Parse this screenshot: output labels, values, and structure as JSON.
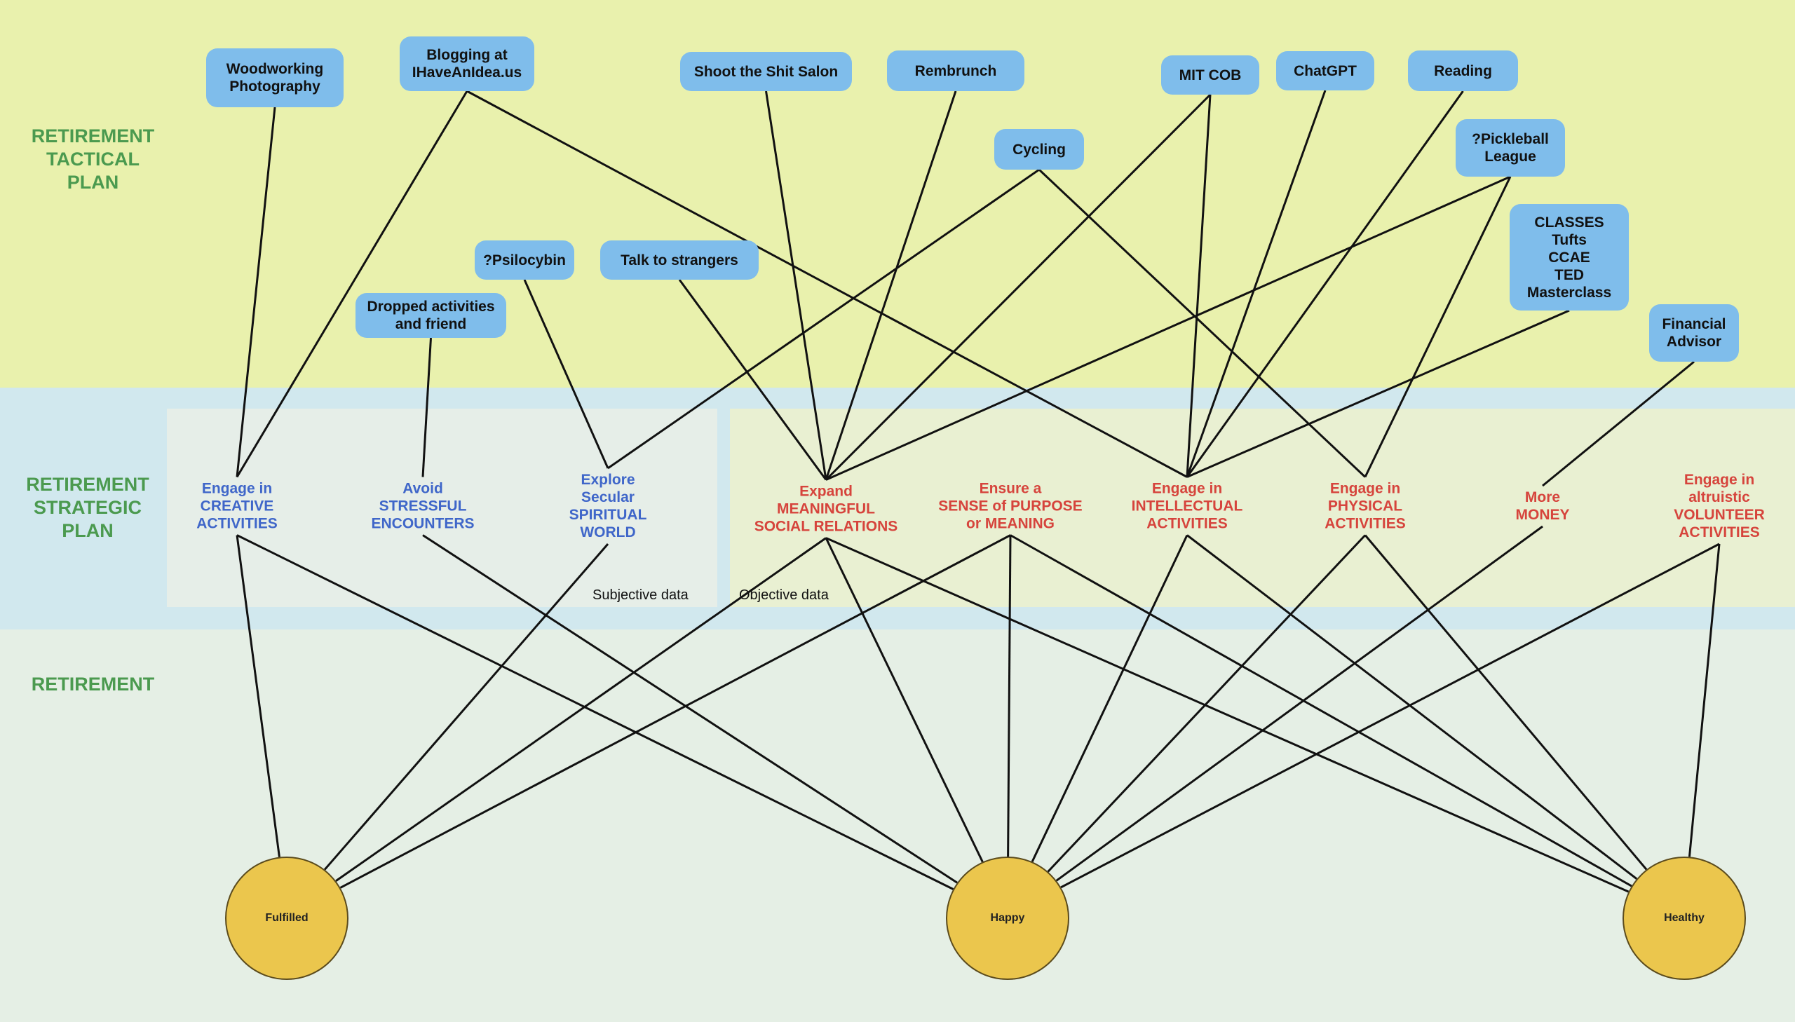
{
  "bands": {
    "tactical": "RETIREMENT\nTACTICAL\nPLAN",
    "strategic": "RETIREMENT\nSTRATEGIC\nPLAN",
    "retirement": "RETIREMENT"
  },
  "panels": {
    "subjective": "Subjective data",
    "objective": "Objective data"
  },
  "tactics": [
    {
      "id": "woodworking",
      "label": "Woodworking\nPhotography"
    },
    {
      "id": "blogging",
      "label": "Blogging at\nIHaveAnIdea.us"
    },
    {
      "id": "salon",
      "label": "Shoot the Shit Salon"
    },
    {
      "id": "rembrunch",
      "label": "Rembrunch"
    },
    {
      "id": "mitcob",
      "label": "MIT COB"
    },
    {
      "id": "chatgpt",
      "label": "ChatGPT"
    },
    {
      "id": "reading",
      "label": "Reading"
    },
    {
      "id": "cycling",
      "label": "Cycling"
    },
    {
      "id": "pickleball",
      "label": "?Pickleball\nLeague"
    },
    {
      "id": "classes",
      "label": "CLASSES\nTufts\nCCAE\nTED\nMasterclass"
    },
    {
      "id": "financial",
      "label": "Financial\nAdvisor"
    },
    {
      "id": "psilocybin",
      "label": "?Psilocybin"
    },
    {
      "id": "strangers",
      "label": "Talk to strangers"
    },
    {
      "id": "dropped",
      "label": "Dropped activities\nand friend"
    }
  ],
  "strategies": [
    {
      "id": "creative",
      "label": "Engage in\nCREATIVE\nACTIVITIES",
      "kind": "subjective"
    },
    {
      "id": "stress",
      "label": "Avoid\nSTRESSFUL\nENCOUNTERS",
      "kind": "subjective"
    },
    {
      "id": "spiritual",
      "label": "Explore\nSecular\nSPIRITUAL\nWORLD",
      "kind": "subjective"
    },
    {
      "id": "social",
      "label": "Expand\nMEANINGFUL\nSOCIAL RELATIONS",
      "kind": "objective"
    },
    {
      "id": "purpose",
      "label": "Ensure a\nSENSE of PURPOSE\nor MEANING",
      "kind": "objective"
    },
    {
      "id": "intellectual",
      "label": "Engage in\nINTELLECTUAL\nACTIVITIES",
      "kind": "objective"
    },
    {
      "id": "physical",
      "label": "Engage in\nPHYSICAL\nACTIVITIES",
      "kind": "objective"
    },
    {
      "id": "money",
      "label": "More\nMONEY",
      "kind": "objective"
    },
    {
      "id": "volunteer",
      "label": "Engage in\naltruistic\nVOLUNTEER\nACTIVITIES",
      "kind": "objective"
    }
  ],
  "outcomes": [
    {
      "id": "fulfilled",
      "label": "Fulfilled"
    },
    {
      "id": "happy",
      "label": "Happy"
    },
    {
      "id": "healthy",
      "label": "Healthy"
    }
  ],
  "links": [
    [
      "woodworking",
      "creative"
    ],
    [
      "blogging",
      "creative"
    ],
    [
      "blogging",
      "intellectual"
    ],
    [
      "salon",
      "social"
    ],
    [
      "rembrunch",
      "social"
    ],
    [
      "mitcob",
      "social"
    ],
    [
      "mitcob",
      "intellectual"
    ],
    [
      "chatgpt",
      "intellectual"
    ],
    [
      "reading",
      "intellectual"
    ],
    [
      "cycling",
      "spiritual"
    ],
    [
      "cycling",
      "physical"
    ],
    [
      "pickleball",
      "social"
    ],
    [
      "pickleball",
      "physical"
    ],
    [
      "classes",
      "intellectual"
    ],
    [
      "financial",
      "money"
    ],
    [
      "psilocybin",
      "spiritual"
    ],
    [
      "strangers",
      "social"
    ],
    [
      "dropped",
      "stress"
    ],
    [
      "creative",
      "fulfilled"
    ],
    [
      "creative",
      "happy"
    ],
    [
      "stress",
      "happy"
    ],
    [
      "spiritual",
      "fulfilled"
    ],
    [
      "social",
      "fulfilled"
    ],
    [
      "social",
      "happy"
    ],
    [
      "social",
      "healthy"
    ],
    [
      "purpose",
      "fulfilled"
    ],
    [
      "purpose",
      "happy"
    ],
    [
      "purpose",
      "healthy"
    ],
    [
      "intellectual",
      "happy"
    ],
    [
      "intellectual",
      "healthy"
    ],
    [
      "physical",
      "happy"
    ],
    [
      "physical",
      "healthy"
    ],
    [
      "money",
      "happy"
    ],
    [
      "volunteer",
      "happy"
    ],
    [
      "volunteer",
      "healthy"
    ]
  ]
}
